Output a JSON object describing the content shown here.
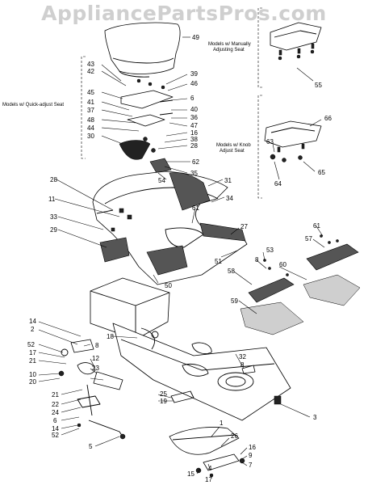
{
  "watermark": "AppliancePartsPros.com",
  "notes": {
    "manual_line1": "Models w/ Manually",
    "manual_line2": "Adjusting Seat",
    "knob_line1": "Models w/ Knob",
    "knob_line2": "Adjust Seat",
    "quick": "Models w/ Quick-adjust Seat"
  },
  "callouts": [
    "49",
    "55",
    "43",
    "42",
    "39",
    "46",
    "6",
    "45",
    "41",
    "37",
    "40",
    "36",
    "47",
    "48",
    "44",
    "16",
    "38",
    "28",
    "30",
    "62",
    "35",
    "54",
    "66",
    "63",
    "65",
    "64",
    "31",
    "34",
    "28",
    "11",
    "61",
    "33",
    "29",
    "27",
    "61",
    "57",
    "53",
    "8",
    "51",
    "58",
    "60",
    "50",
    "59",
    "14",
    "2",
    "8",
    "18",
    "32",
    "52",
    "17",
    "21",
    "12",
    "23",
    "8",
    "10",
    "20",
    "25",
    "21",
    "19",
    "22",
    "24",
    "6",
    "14",
    "52",
    "3",
    "5",
    "1",
    "26",
    "16",
    "9",
    "15",
    "4",
    "17",
    "7"
  ]
}
